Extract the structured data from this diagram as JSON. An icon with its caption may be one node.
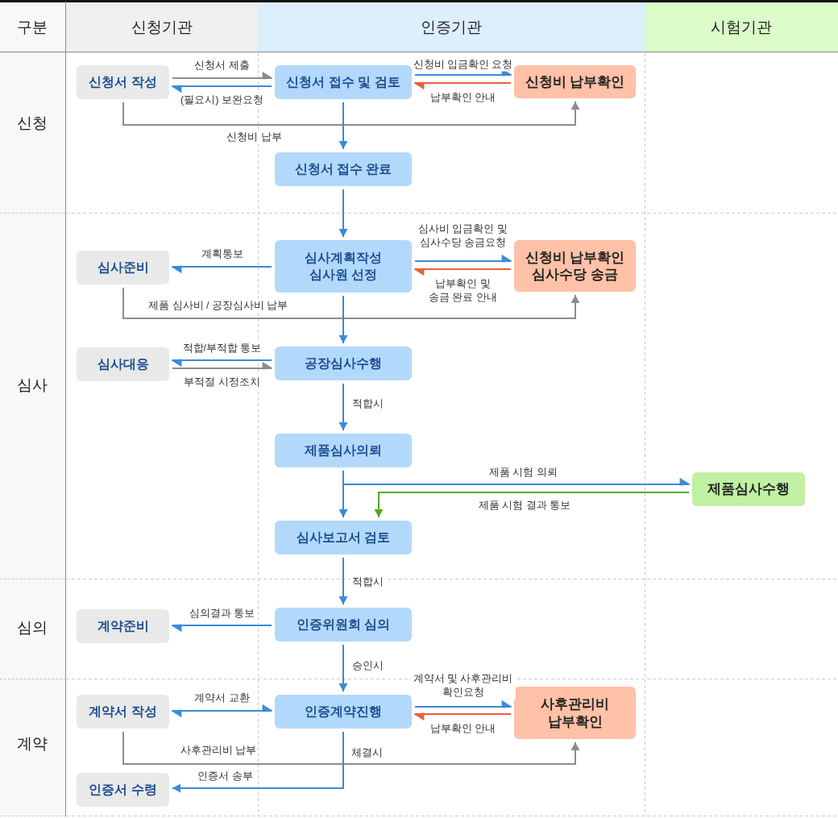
{
  "diagram": {
    "nodes": [
      {
        "text": [
          "신청서 작성"
        ]
      },
      {
        "text": [
          "신청서 접수 및 검토"
        ]
      },
      {
        "text": [
          "신청비 납부확인"
        ]
      },
      {
        "text": [
          "신청서 접수 완료"
        ]
      },
      {
        "text": [
          "심사준비"
        ]
      },
      {
        "text": [
          "심사계획작성 심사원 선정"
        ]
      },
      {
        "text": [
          "신청비 납부확인 심사수당 송금"
        ]
      },
      {
        "text": [
          "심사대응"
        ]
      },
      {
        "text": [
          "공장심사수행"
        ]
      },
      {
        "text": [
          "제품심사의뢰"
        ]
      },
      {
        "text": [
          "제품심사수행"
        ]
      },
      {
        "text": [
          "심사보고서 검토"
        ]
      },
      {
        "text": [
          "계약준비"
        ]
      },
      {
        "text": [
          "인증위원회 심의"
        ]
      },
      {
        "text": [
          "계약서 작성"
        ]
      },
      {
        "text": [
          "인증계약진행"
        ]
      },
      {
        "text": [
          "사후관리비 납부확인"
        ]
      },
      {
        "text": [
          "인증서 수령"
        ]
      }
    ],
    "edges": [
      {
        "from": 0,
        "to": 1,
        "arrow": "to",
        "label": "신청서 제출",
        "color": "#8c8c8c"
      },
      {
        "from": 1,
        "to": 0,
        "arrow": "to",
        "label": "(필요시) 보완요청"
      },
      {
        "from": 1,
        "to": 2,
        "arrow": "to",
        "label": "신청비 입금확인 요청"
      },
      {
        "from": 2,
        "to": 1,
        "arrow": "to",
        "label": "납부확인 안내",
        "color": "#e8603c"
      },
      {
        "from": 0,
        "to": 2,
        "arrow": "to",
        "label": "신청비 납부",
        "color": "#8c8c8c"
      },
      {
        "from": 1,
        "to": 3,
        "arrow": "to"
      },
      {
        "from": 3,
        "to": 5,
        "arrow": "to"
      },
      {
        "from": 5,
        "to": 4,
        "arrow": "to",
        "label": "계획통보"
      },
      {
        "from": 5,
        "to": 6,
        "arrow": "to",
        "label": "심사비 입금확인 및 심사수당 송금요청"
      },
      {
        "from": 6,
        "to": 5,
        "arrow": "to",
        "label": "납부확인 및 송금 완료 안내",
        "color": "#e8603c"
      },
      {
        "from": 4,
        "to": 6,
        "arrow": "to",
        "label": "제품 심사비 / 공장심사비 납부",
        "color": "#8c8c8c"
      },
      {
        "from": 5,
        "to": 8,
        "arrow": "to"
      },
      {
        "from": 8,
        "to": 7,
        "arrow": "to",
        "label": "적합/부적합 통보"
      },
      {
        "from": 7,
        "to": 8,
        "arrow": "to",
        "label": "부적절 시정조치",
        "color": "#8c8c8c"
      },
      {
        "from": 8,
        "to": 9,
        "arrow": "to",
        "label": "적합시"
      },
      {
        "from": 9,
        "to": 10,
        "arrow": "to",
        "label": "제품 시험 의뢰"
      },
      {
        "from": 10,
        "to": 11,
        "arrow": "to",
        "label": "제품 시험 결과 통보",
        "color": "#5aa81e"
      },
      {
        "from": 9,
        "to": 11,
        "arrow": "to"
      },
      {
        "from": 11,
        "to": 13,
        "arrow": "to",
        "label": "적합시"
      },
      {
        "from": 13,
        "to": 12,
        "arrow": "to",
        "label": "심의결과 통보"
      },
      {
        "from": 13,
        "to": 15,
        "arrow": "to",
        "label": "승인시"
      },
      {
        "from": 15,
        "to": 14,
        "arrow": "both",
        "label": "계약서 교환"
      },
      {
        "from": 15,
        "to": 16,
        "arrow": "to",
        "label": "계약서 및 사후관리비 확인요청"
      },
      {
        "from": 16,
        "to": 15,
        "arrow": "to",
        "label": "납부확인 안내",
        "color": "#e8603c"
      },
      {
        "from": 14,
        "to": 16,
        "arrow": "to",
        "label": "사후관리비 납부",
        "color": "#8c8c8c"
      },
      {
        "from": 15,
        "to": 17,
        "arrow": "to",
        "label": "인증서 송부"
      }
    ],
    "labels": [
      "구분",
      "신청기관",
      "인증기관",
      "시험기관",
      "신청",
      "심사",
      "심의",
      "계약",
      "체결시"
    ]
  }
}
